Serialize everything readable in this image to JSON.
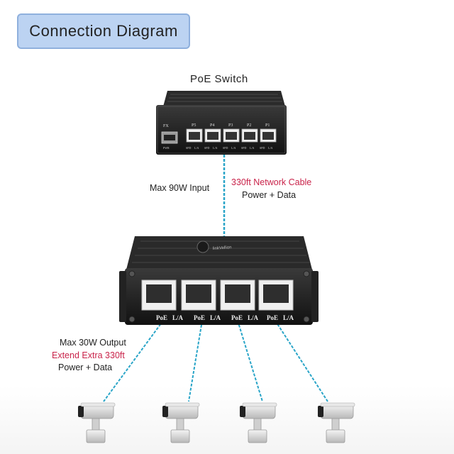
{
  "title": "Connection Diagram",
  "switch": {
    "label": "PoE Switch",
    "port_labels": [
      "FX",
      "P5",
      "P4",
      "P3",
      "P2",
      "P1"
    ],
    "led_labels": [
      "PWR",
      "SPD",
      "L/A",
      "SPD",
      "L/A",
      "SPD",
      "L/A",
      "SPD",
      "L/A",
      "SPD",
      "L/A"
    ]
  },
  "uplink": {
    "input_label": "Max  90W  Input",
    "cable_label": "330ft  Network  Cable",
    "power_data_label": "Power  +  Data"
  },
  "extender": {
    "brand_text": "linkVellion",
    "port_labels": [
      "PoE",
      "L/A",
      "PoE",
      "L/A",
      "PoE",
      "L/A",
      "PoE",
      "L/A"
    ]
  },
  "output": {
    "max_output_label": "Max  30W Output",
    "extend_label": "Extend Extra  330ft",
    "power_data_label": "Power + Data"
  },
  "colors": {
    "accent_red": "#c9234a",
    "cable_blue": "#2aa5c8",
    "title_bg": "#bcd3f2"
  },
  "icons": [
    "camera-icon",
    "camera-icon",
    "camera-icon",
    "camera-icon"
  ]
}
